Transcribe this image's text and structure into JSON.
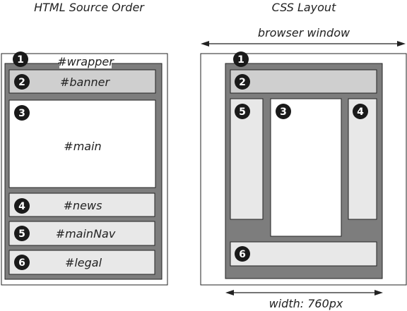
{
  "left": {
    "title": "HTML Source Order",
    "wrapper": {
      "number": "1",
      "label": "#wrapper"
    },
    "banner": {
      "number": "2",
      "label": "#banner"
    },
    "main": {
      "number": "3",
      "label": "#main"
    },
    "news": {
      "number": "4",
      "label": "#news"
    },
    "mainnav": {
      "number": "5",
      "label": "#mainNav"
    },
    "legal": {
      "number": "6",
      "label": "#legal"
    }
  },
  "right": {
    "title": "CSS Layout",
    "browser_label": "browser window",
    "width_label": "width: 760px",
    "markers": {
      "wrapper": "1",
      "banner": "2",
      "main": "3",
      "news": "4",
      "mainnav": "5",
      "legal": "6"
    }
  },
  "colors": {
    "dark": "#7d7d7d",
    "light": "#d8d8d8",
    "pale": "#e8e8e8",
    "white": "#ffffff",
    "outline": "#222222"
  }
}
